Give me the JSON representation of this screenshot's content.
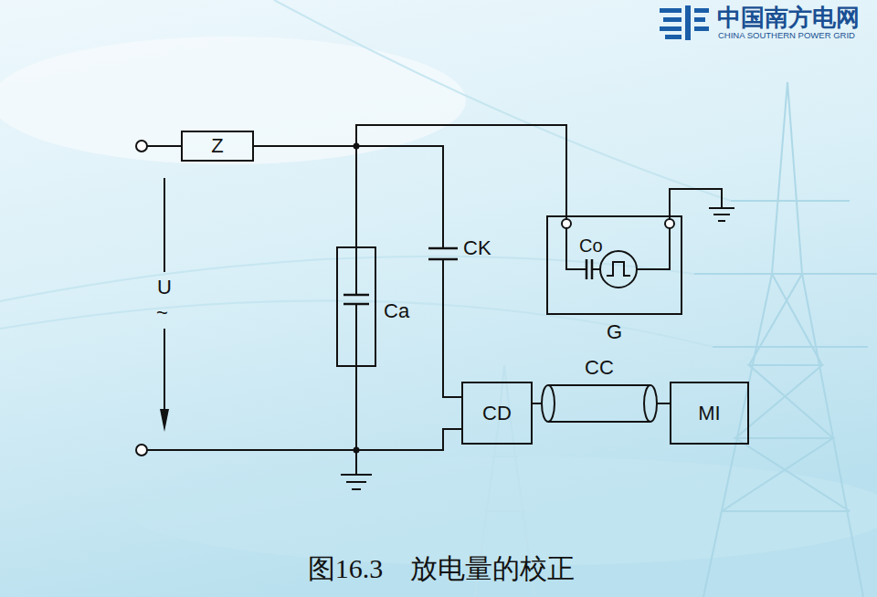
{
  "diagram": {
    "caption": "图16.3　放电量的校正",
    "nodes": [
      {
        "text": [
          "Z"
        ]
      },
      {
        "text": [
          "Ca"
        ]
      },
      {
        "text": [
          "Co",
          "G"
        ]
      },
      {
        "text": [
          "CD"
        ]
      },
      {
        "text": [
          "MI"
        ]
      }
    ],
    "edges": [
      {
        "from": 0,
        "to": 1,
        "arrow": "none"
      },
      {
        "from": 0,
        "to": 2,
        "arrow": "none"
      },
      {
        "from": 0,
        "to": 3,
        "arrow": "none"
      },
      {
        "from": 1,
        "to": 3,
        "arrow": "none"
      },
      {
        "from": 3,
        "to": 4,
        "arrow": "none",
        "label": "CC"
      }
    ],
    "labels": [
      "中国南方电网",
      "CHINA SOUTHERN POWER GRID",
      "U",
      "~",
      "CK"
    ]
  }
}
